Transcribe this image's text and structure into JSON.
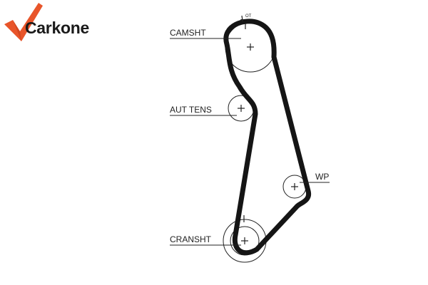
{
  "brand": {
    "name": "Carkone",
    "accent_color": "#e8552a",
    "text_color": "#1a1a1a"
  },
  "diagram": {
    "labels": {
      "camshaft": "CAMSHT",
      "tensioner": "AUT TENS",
      "water_pump": "WP",
      "crankshaft": "CRANSHT",
      "timing_mark": "OT"
    },
    "belt_color": "#151515",
    "line_color": "#222222"
  }
}
